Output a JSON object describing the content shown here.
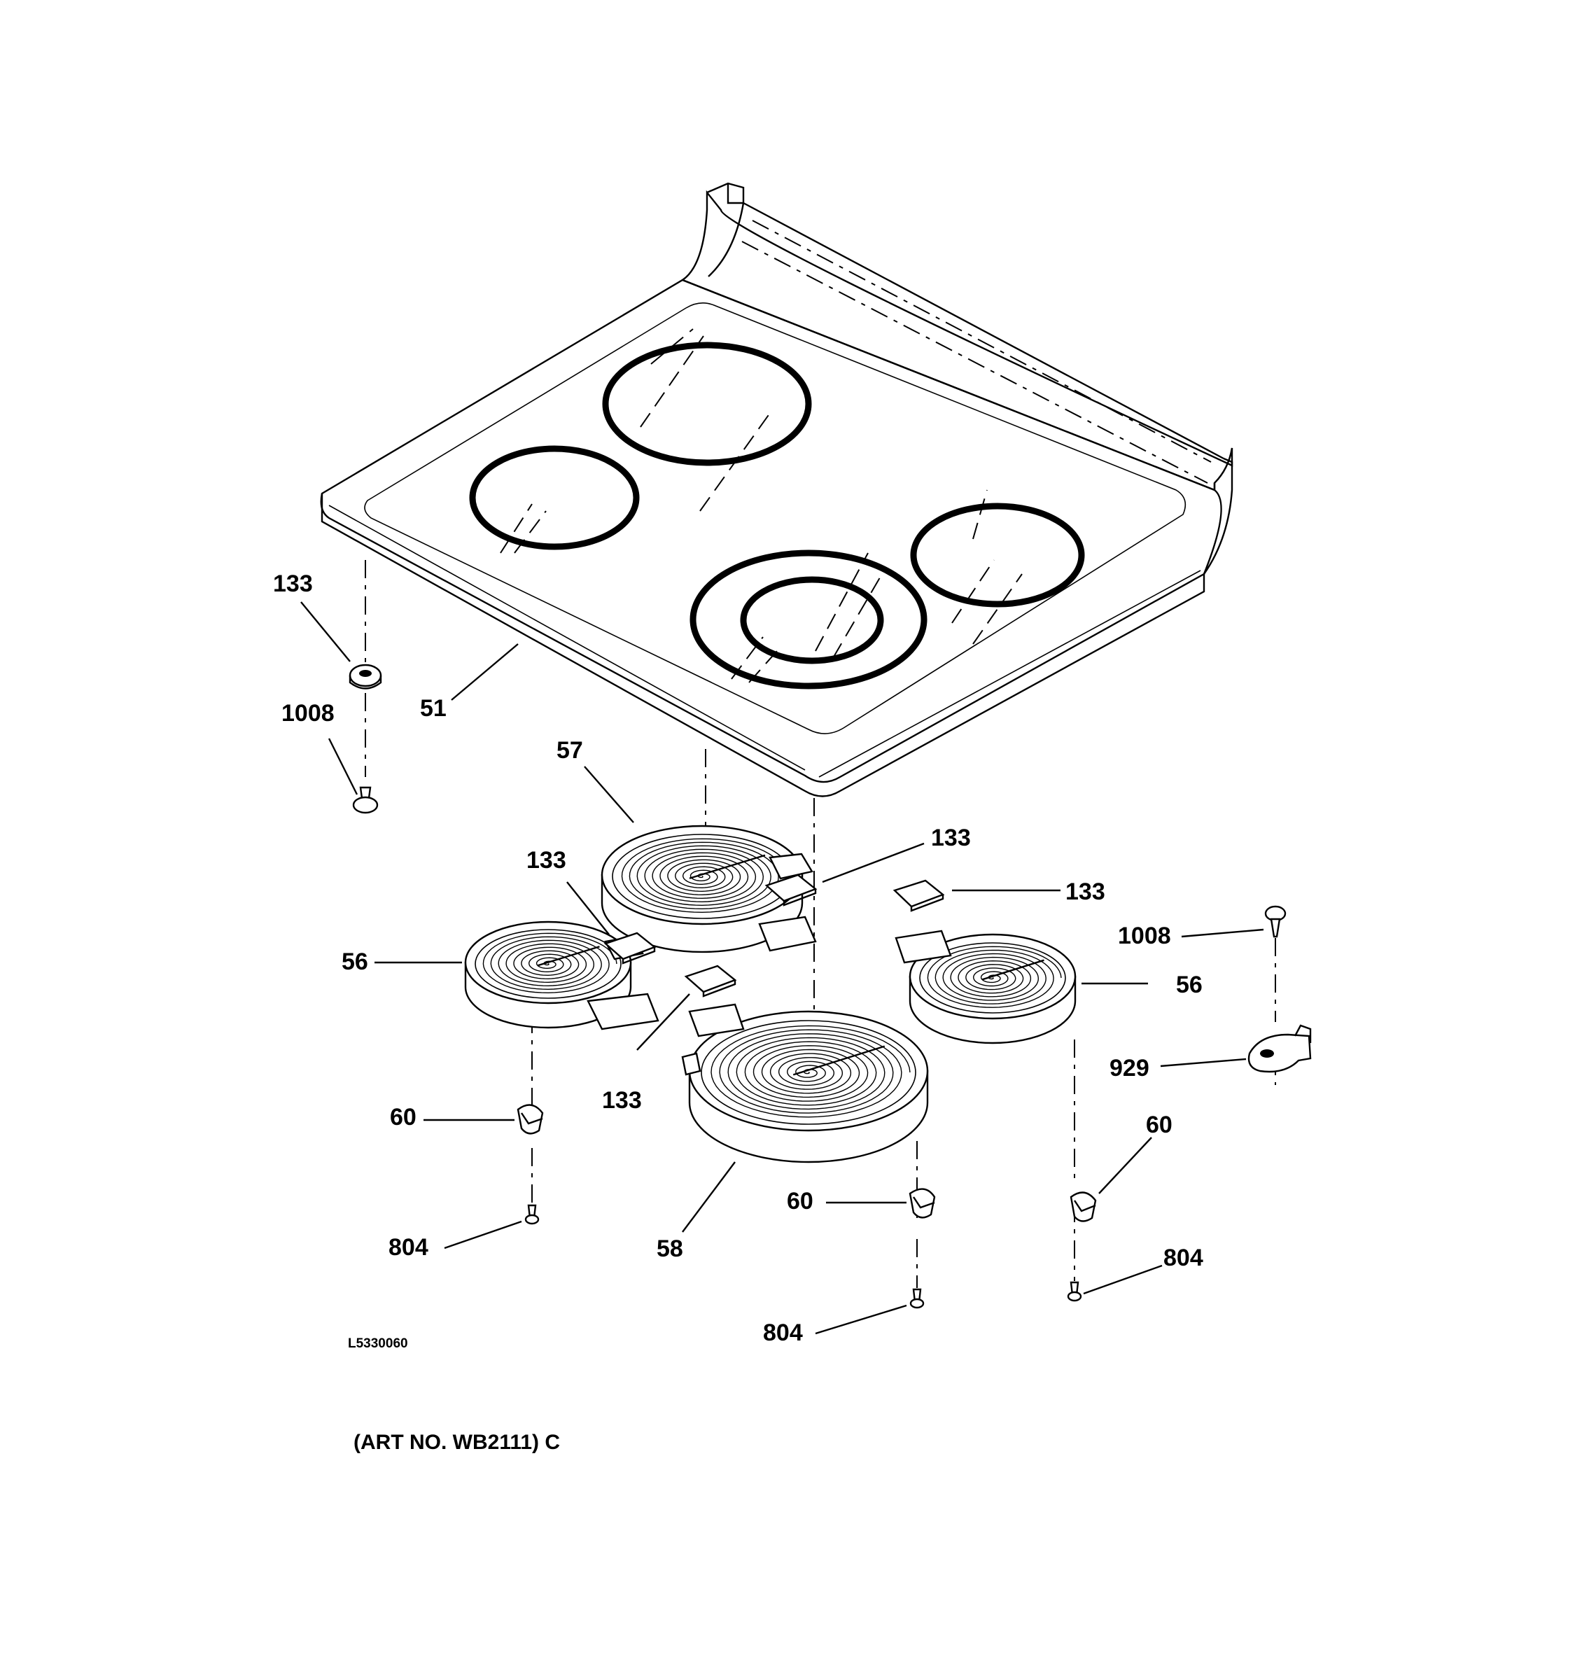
{
  "diagram": {
    "callouts": {
      "c133_left": "133",
      "c1008_left": "1008",
      "c51": "51",
      "c57": "57",
      "c133_a": "133",
      "c133_b": "133",
      "c133_c": "133",
      "c133_d": "133",
      "c56_left": "56",
      "c56_right": "56",
      "c1008_right": "1008",
      "c929": "929",
      "c60_left": "60",
      "c60_mid": "60",
      "c60_right": "60",
      "c58": "58",
      "c804_left": "804",
      "c804_mid": "804",
      "c804_right": "804"
    },
    "drawing_code": "L5330060",
    "art_number": "(ART NO. WB2111) C"
  }
}
